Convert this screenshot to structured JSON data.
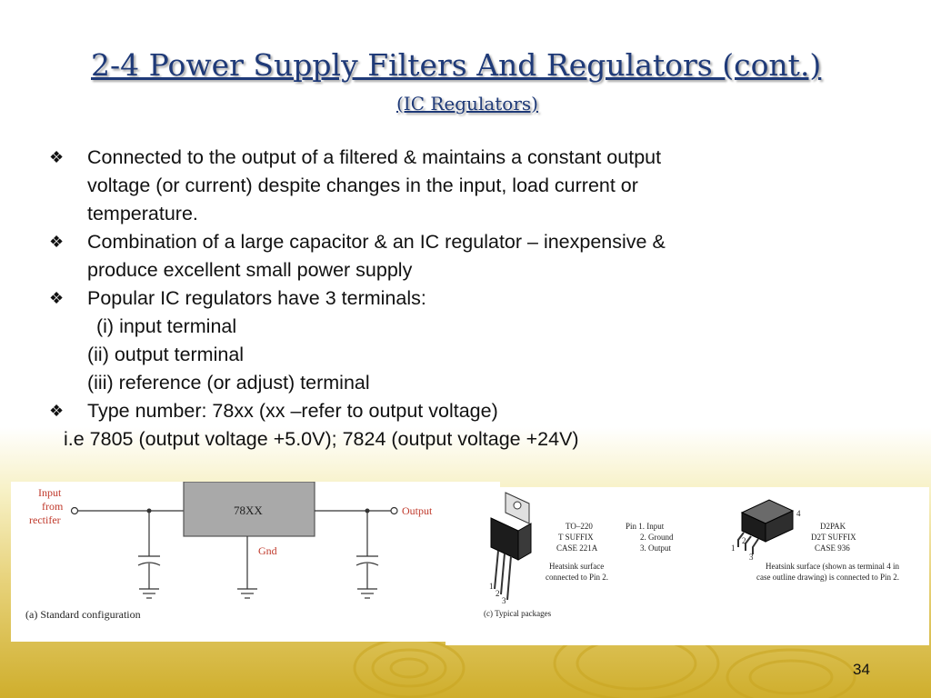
{
  "slide": {
    "title": "2-4 Power Supply Filters And Regulators (cont.)",
    "subtitle": "(IC Regulators)",
    "page_number": "34"
  },
  "bullets": [
    {
      "lines": [
        "Connected to the output of a filtered & maintains a constant output",
        "voltage (or current) despite changes in the input, load current or",
        "temperature."
      ]
    },
    {
      "lines": [
        "Combination of a large capacitor & an IC regulator – inexpensive &",
        "produce excellent small power supply"
      ]
    },
    {
      "lines": [
        "Popular IC regulators have 3 terminals:"
      ],
      "subitems": [
        "(i)  input terminal",
        "(ii) output terminal",
        "(iii) reference (or adjust) terminal"
      ]
    },
    {
      "lines": [
        "Type number: 78xx (xx –refer to output voltage)"
      ]
    }
  ],
  "trailing_line": "i.e 7805 (output voltage +5.0V); 7824 (output voltage +24V)",
  "bullet_glyph": "❖",
  "figure_standard": {
    "input_label": [
      "Input",
      "from",
      "rectifer"
    ],
    "regulator_label": "78XX",
    "ground_label": "Gnd",
    "output_label": "Output",
    "caption": "(a) Standard configuration",
    "label_color": "#c0392b"
  },
  "figure_packages": {
    "to220": [
      "TO–220",
      "T SUFFIX",
      "CASE 221A"
    ],
    "pins": [
      "Pin 1. Input",
      "2. Ground",
      "3. Output"
    ],
    "to220_note": [
      "Heatsink surface",
      "connected to Pin 2."
    ],
    "d2pak": [
      "D2PAK",
      "D2T SUFFIX",
      "CASE 936"
    ],
    "d2pak_note": [
      "Heatsink surface (shown as terminal 4 in",
      "case outline drawing) is connected to Pin 2."
    ],
    "pin_numbers_to220": [
      "1",
      "2",
      "3"
    ],
    "pin_numbers_d2pak": [
      "1",
      "2",
      "3",
      "4"
    ],
    "caption": "(c) Typical packages"
  }
}
